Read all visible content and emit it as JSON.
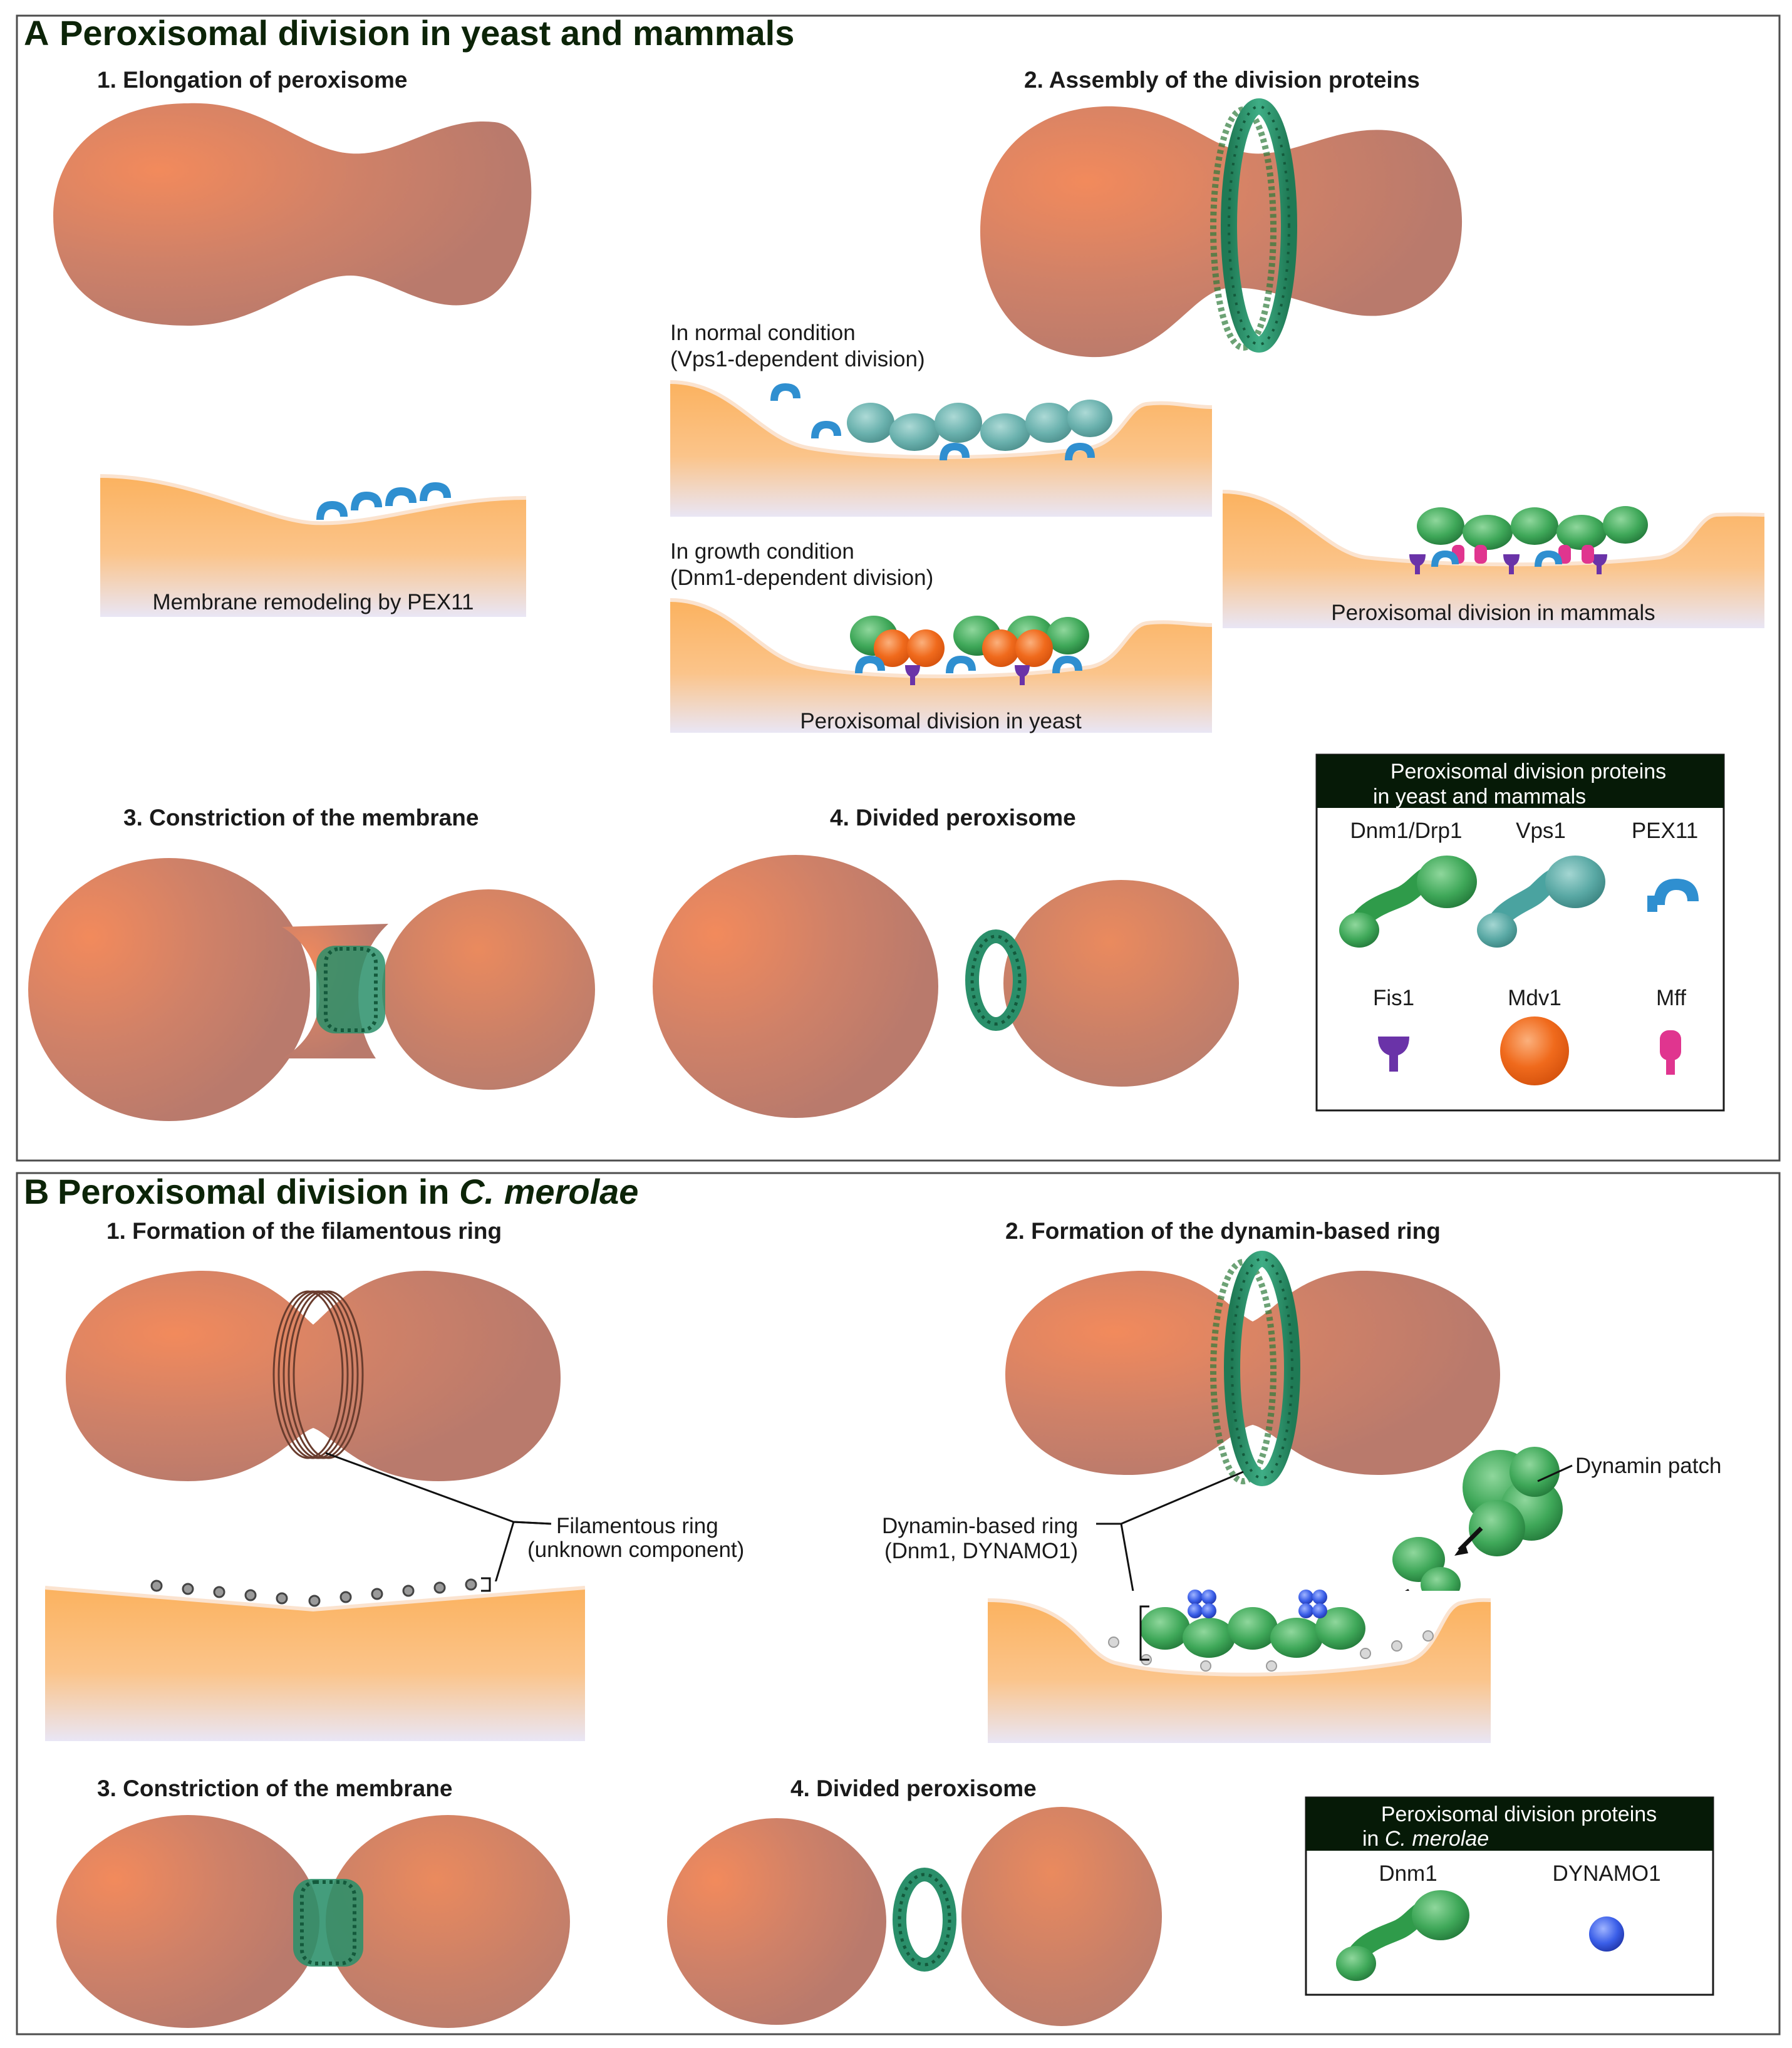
{
  "colors": {
    "peroxisome_light": "#f28a5c",
    "peroxisome_dark": "#c07e6e",
    "cytosol_top": "#fbb25f",
    "cytosol_bottom": "#e9e6f5",
    "dynamin_green": "#2f9b4a",
    "vps1_teal": "#4aa3a0",
    "pex11_blue": "#2f8fd0",
    "fis1_purple": "#6a33a8",
    "mdv1_orange": "#f06a1c",
    "mff_magenta": "#e0358f",
    "dynamo1_blue": "#3a5ee8",
    "legend_header": "#061a07",
    "title_green": "#0c2408"
  },
  "panelA": {
    "letter": "A",
    "title": "Peroxisomal division in yeast and mammals",
    "steps": {
      "s1": "1. Elongation of peroxisome",
      "s2": "2. Assembly of the division proteins",
      "s3": "3. Constriction of the membrane",
      "s4": "4. Divided peroxisome"
    },
    "membrane_pex11": "Membrane remodeling by PEX11",
    "normal_line1": "In normal condition",
    "normal_line2": "(Vps1-dependent division)",
    "growth_line1": "In growth condition",
    "growth_line2": "(Dnm1-dependent division)",
    "yeast_caption": "Peroxisomal division in yeast",
    "mammal_caption": "Peroxisomal division in mammals",
    "legend": {
      "title_line1": "Peroxisomal division proteins",
      "title_line2": "in yeast and mammals",
      "items": [
        "Dnm1/Drp1",
        "Vps1",
        "PEX11",
        "Fis1",
        "Mdv1",
        "Mff"
      ],
      "item_icons": [
        "dynamin-icon",
        "vps1-icon",
        "pex11-icon",
        "fis1-icon",
        "mdv1-icon",
        "mff-icon"
      ]
    }
  },
  "panelB": {
    "letter": "B",
    "title_prefix": "Peroxisomal division in ",
    "title_species": "C. merolae",
    "steps": {
      "s1": "1. Formation of the filamentous ring",
      "s2": "2. Formation of the dynamin-based ring",
      "s3": "3. Constriction of the membrane",
      "s4": "4. Divided peroxisome"
    },
    "filament_line1": "Filamentous ring",
    "filament_line2": "(unknown component)",
    "dynring_line1": "Dynamin-based ring",
    "dynring_line2": "(Dnm1, DYNAMO1)",
    "dynamin_patch": "Dynamin patch",
    "legend": {
      "title_line1": "Peroxisomal division proteins",
      "title_line2_prefix": "in ",
      "title_line2_species": "C. merolae",
      "items": [
        "Dnm1",
        "DYNAMO1"
      ],
      "item_icons": [
        "dynamin-icon",
        "dynamo1-icon"
      ]
    }
  }
}
